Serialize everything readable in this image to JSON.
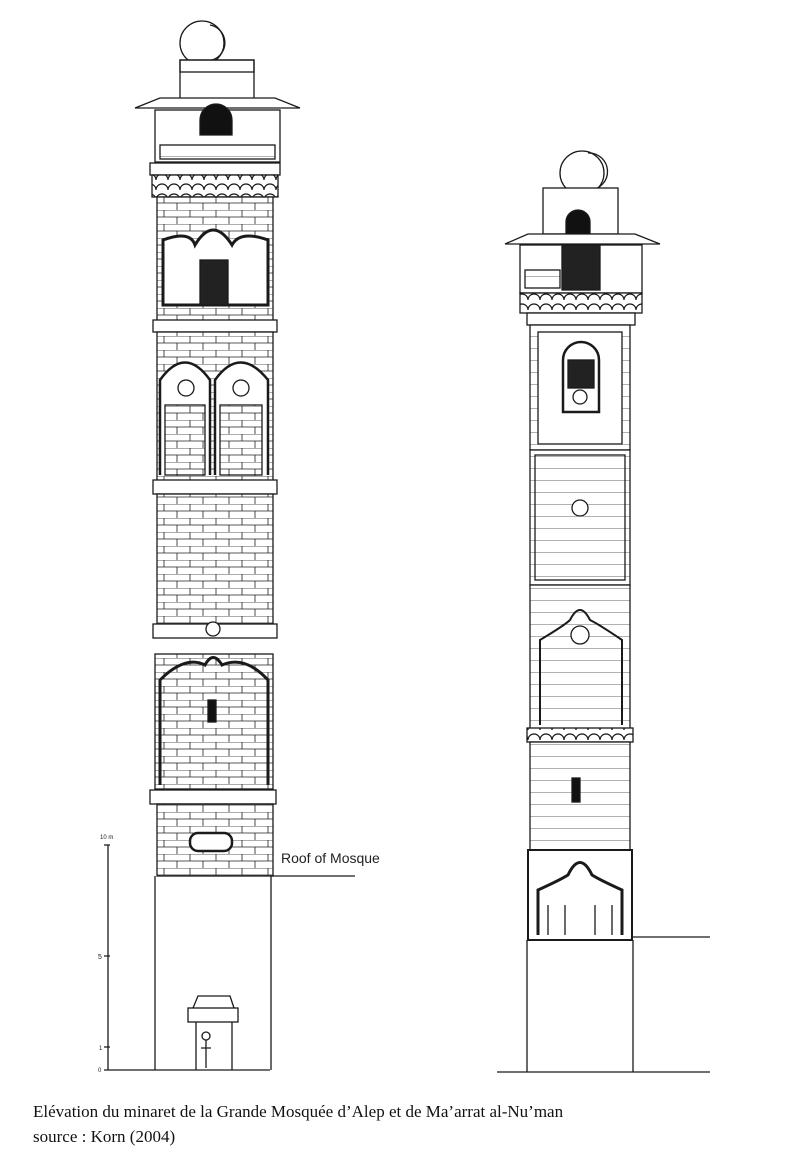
{
  "drawing": {
    "roof_label": "Roof of Mosque",
    "scale": {
      "unit_top": "10 m",
      "mid": "5",
      "one": "1",
      "zero": "0"
    }
  },
  "caption": {
    "line1": "Elévation du minaret de la Grande Mosquée d’Alep et de Ma’arrat al-Nu’man",
    "line2": "source : Korn (2004)"
  },
  "colors": {
    "ink": "#1a1a1a",
    "paper": "#ffffff"
  }
}
